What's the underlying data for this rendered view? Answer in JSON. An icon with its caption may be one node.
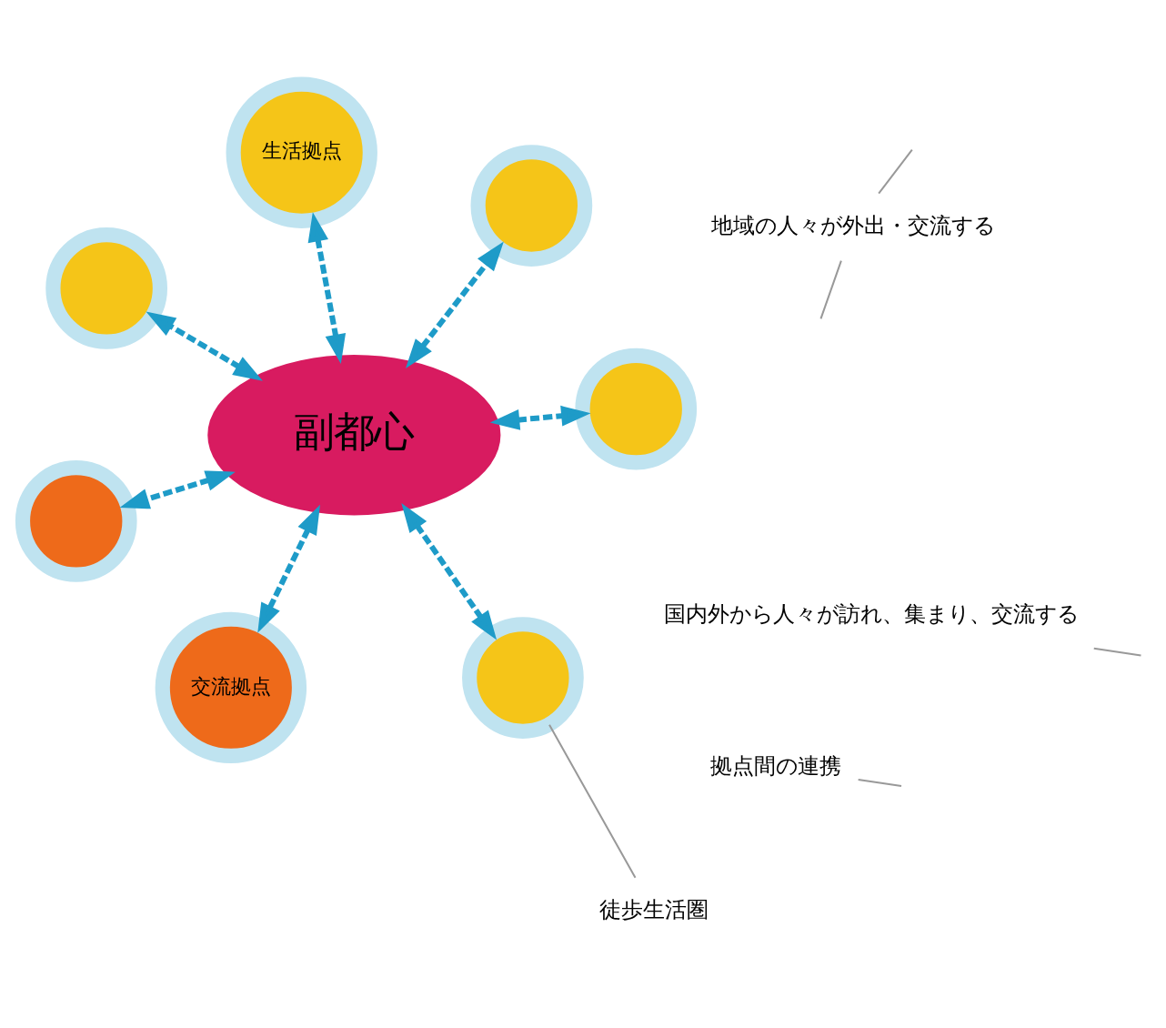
{
  "diagram": {
    "nodes": [
      {
        "text": [
          "副都心"
        ]
      },
      {
        "text": [],
        "shape": "circle"
      },
      {
        "text": [
          "交流拠点"
        ]
      },
      {
        "text": [],
        "shape": "circle"
      },
      {
        "text": [],
        "shape": "circle"
      },
      {
        "text": [
          "生活拠点"
        ]
      },
      {
        "text": [],
        "shape": "circle"
      },
      {
        "text": [],
        "shape": "circle"
      },
      {
        "text": [
          "国内外から人々が訪れ、集まり、交流する"
        ]
      },
      {
        "text": [
          "拠点間の連携"
        ]
      },
      {
        "text": [
          "徒歩生活圏"
        ]
      },
      {
        "text": [
          "地域の人々が外出・交流する"
        ]
      }
    ],
    "edges": [
      {
        "from": 0,
        "to": 1,
        "arrow": "both",
        "style": "dashed"
      },
      {
        "from": 0,
        "to": 2,
        "arrow": "both",
        "style": "dashed"
      },
      {
        "from": 0,
        "to": 3,
        "arrow": "both",
        "style": "dashed"
      },
      {
        "from": 0,
        "to": 4,
        "arrow": "both",
        "style": "dashed"
      },
      {
        "from": 0,
        "to": 5,
        "arrow": "both",
        "style": "dashed"
      },
      {
        "from": 0,
        "to": 6,
        "arrow": "both",
        "style": "dashed"
      },
      {
        "from": 0,
        "to": 7,
        "arrow": "both",
        "style": "dashed"
      },
      {
        "from": 8,
        "to": null,
        "arrow": "none",
        "color": "#999999"
      },
      {
        "from": 9,
        "to": null,
        "arrow": "none",
        "color": "#999999"
      },
      {
        "from": 10,
        "to": 7,
        "arrow": "none",
        "color": "#999999"
      },
      {
        "from": 11,
        "to": null,
        "arrow": "none",
        "color": "#999999"
      },
      {
        "from": 11,
        "to": null,
        "arrow": "none",
        "color": "#999999"
      }
    ]
  }
}
